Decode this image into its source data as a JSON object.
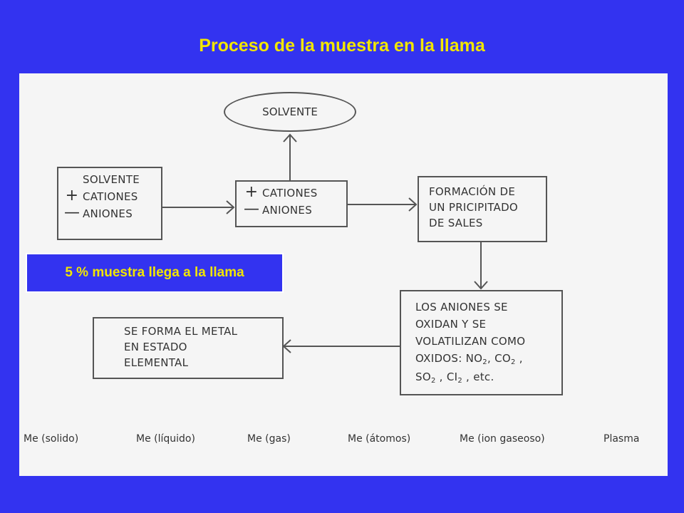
{
  "title": "Proceso de la muestra en la llama",
  "diagram": {
    "solvent_node": "SOLVENTE",
    "input_box": {
      "line1": "SOLVENTE",
      "plus_line": "CATIONES",
      "minus_line": "ANIONES"
    },
    "ions_box": {
      "plus_line": "CATIONES",
      "minus_line": "ANIONES"
    },
    "precipitate_box": {
      "line1": "FORMACIÓN DE",
      "line2": "UN PRICIPITADO",
      "line3": "DE SALES"
    },
    "anions_box": {
      "line1": "LOS ANIONES SE",
      "line2": "OXIDAN Y SE",
      "line3": "VOLATILIZAN COMO",
      "line4_prefix": "OXIDOS:  NO",
      "line4_mid": ", CO",
      "line4_suffix": " ,",
      "line5_prefix": "SO",
      "line5_mid": " , CI",
      "line5_suffix": " , etc.",
      "subscript": "2"
    },
    "metal_box": {
      "line1": "SE FORMA EL METAL",
      "line2": "EN ESTADO",
      "line3": "ELEMENTAL"
    },
    "plus_sign": "+",
    "minus_sign": "—"
  },
  "callout": "5 % muestra llega a la llama",
  "stages": [
    "Me (solido)",
    "Me (líquido)",
    "Me (gas)",
    "Me (átomos)",
    "Me (ion gaseoso)",
    "Plasma"
  ],
  "colors": {
    "background": "#3333f0",
    "title": "#f2e600",
    "panel": "#f5f5f5",
    "line": "#555555"
  }
}
